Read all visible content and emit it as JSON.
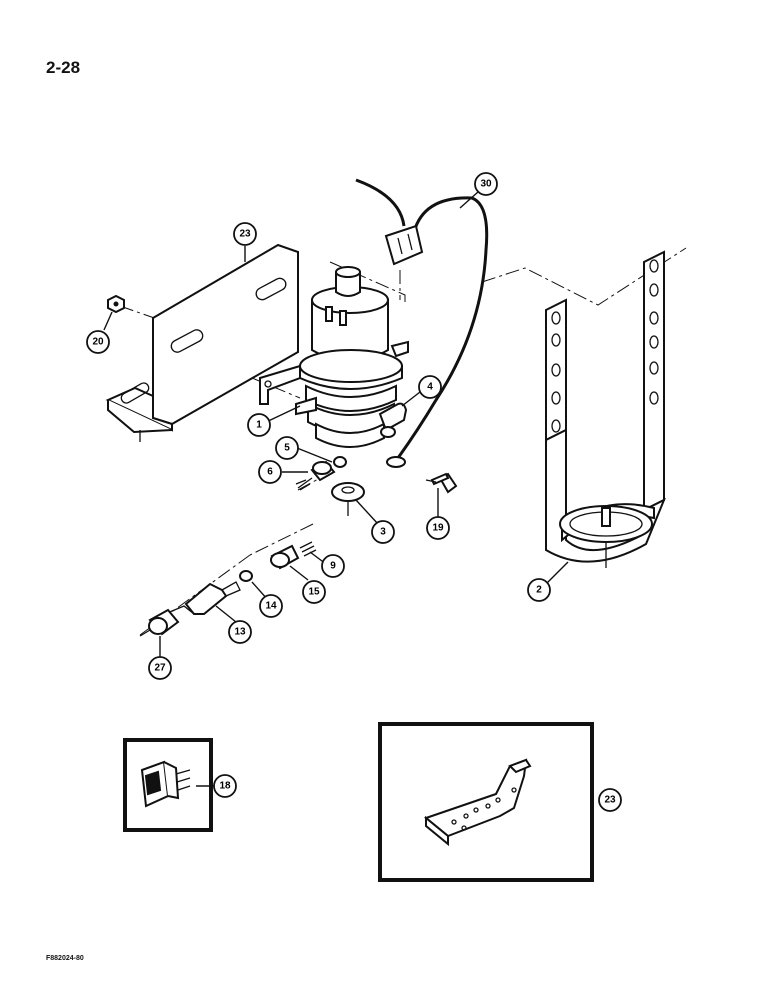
{
  "page": {
    "page_number": "2-28",
    "figure_code": "F882024-80"
  },
  "callouts": {
    "c1": "1",
    "c2": "2",
    "c3": "3",
    "c4": "4",
    "c5": "5",
    "c6": "6",
    "c9": "9",
    "c13": "13",
    "c14": "14",
    "c15": "15",
    "c18": "18",
    "c19": "19",
    "c20": "20",
    "c23_main": "23",
    "c23_inset": "23",
    "c27": "27",
    "c30": "30"
  }
}
